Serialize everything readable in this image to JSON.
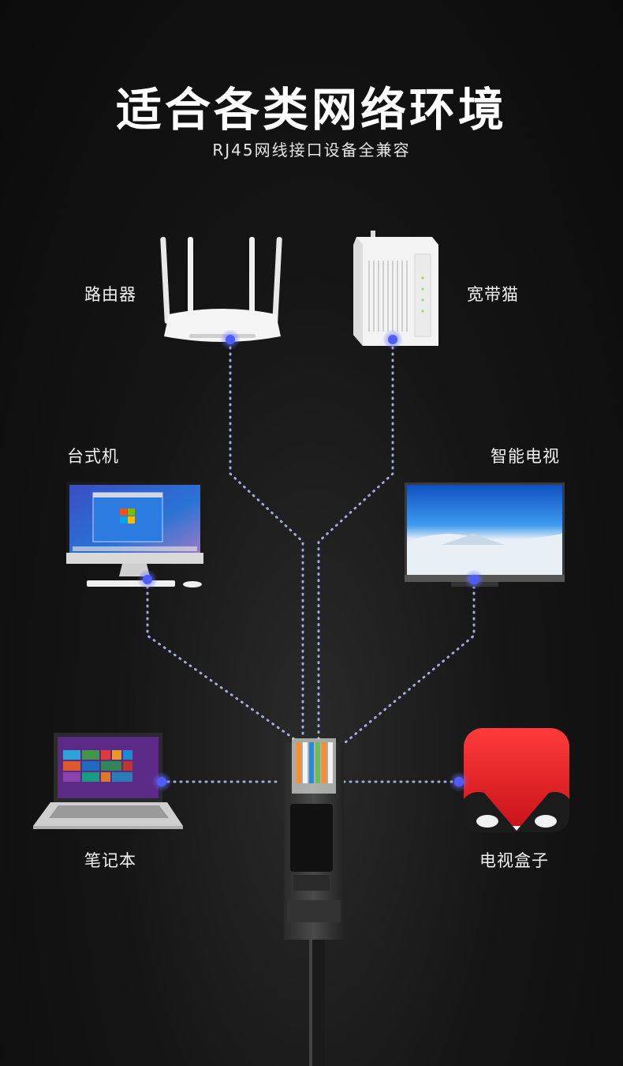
{
  "title": "适合各类网络环境",
  "subtitle": "RJ45网线接口设备全兼容",
  "devices": {
    "router": {
      "label": "路由器",
      "icon": "router-icon"
    },
    "modem": {
      "label": "宽带猫",
      "icon": "modem-icon"
    },
    "desktop": {
      "label": "台式机",
      "icon": "desktop-computer-icon"
    },
    "tv": {
      "label": "智能电视",
      "icon": "smart-tv-icon"
    },
    "laptop": {
      "label": "笔记本",
      "icon": "laptop-icon"
    },
    "tvbox": {
      "label": "电视盒子",
      "icon": "tv-box-icon"
    }
  },
  "colors": {
    "background": "#111111",
    "connector_dot": "#4f5cff",
    "dotted_line": "#b9c4ff",
    "tvbox_red": "#e8262a"
  }
}
